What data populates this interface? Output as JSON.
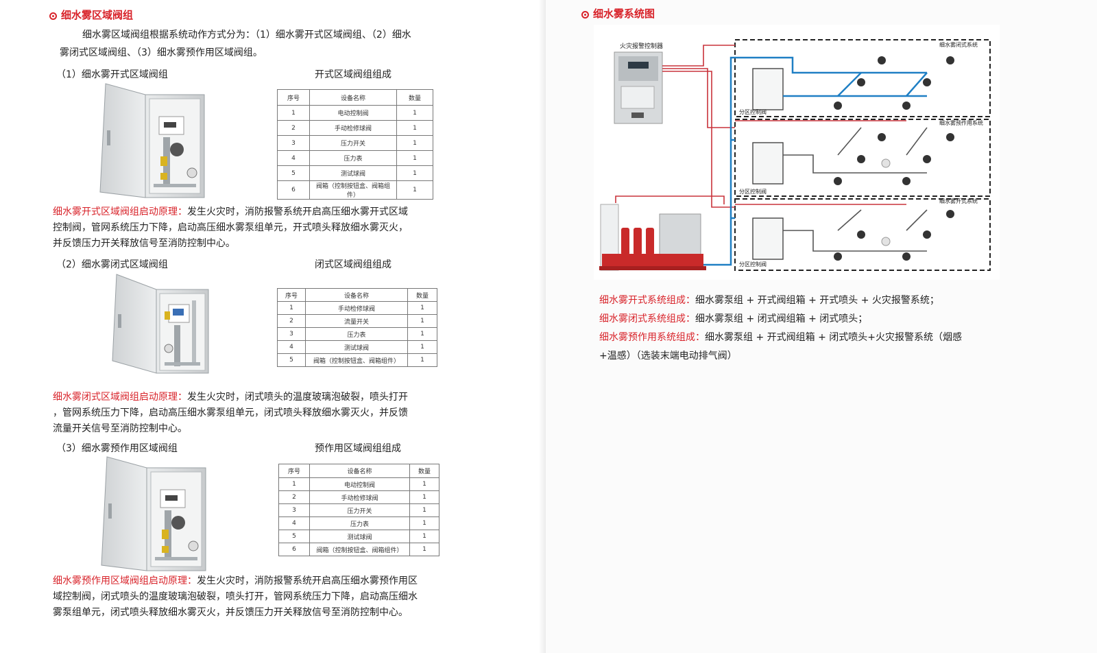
{
  "left": {
    "section_title": "细水雾区域阀组",
    "intro_line1": "细水雾区域阀组根据系统动作方式分为：（1）细水雾开式区域阀组、（2）细水",
    "intro_line2": "雾闭式区域阀组、（3）细水雾预作用区域阀组。",
    "groups": [
      {
        "heading": "（1）细水雾开式区域阀组",
        "table_title": "开式区域阀组组成",
        "columns": [
          "序号",
          "设备名称",
          "数量"
        ],
        "rows": [
          [
            "1",
            "电动控制阀",
            "1"
          ],
          [
            "2",
            "手动检修球阀",
            "1"
          ],
          [
            "3",
            "压力开关",
            "1"
          ],
          [
            "4",
            "压力表",
            "1"
          ],
          [
            "5",
            "测试球阀",
            "1"
          ],
          [
            "6",
            "阀箱（控制按钮盒、阀箱组件）",
            "1"
          ]
        ],
        "principle_label": "细水雾开式区域阀组启动原理：",
        "principle_lines": [
          "发生火灾时，消防报警系统开启高压细水雾开式区域",
          "控制阀，管网系统压力下降，启动高压细水雾泵组单元，开式喷头释放细水雾灭火，",
          "并反馈压力开关释放信号至消防控制中心。"
        ]
      },
      {
        "heading": "（2）细水雾闭式区域阀组",
        "table_title": "闭式区域阀组组成",
        "columns": [
          "序号",
          "设备名称",
          "数量"
        ],
        "rows": [
          [
            "1",
            "手动检修球阀",
            "1"
          ],
          [
            "2",
            "流量开关",
            "1"
          ],
          [
            "3",
            "压力表",
            "1"
          ],
          [
            "4",
            "测试球阀",
            "1"
          ],
          [
            "5",
            "阀箱（控制按钮盒、阀箱组件）",
            "1"
          ]
        ],
        "principle_label": "细水雾闭式区域阀组启动原理：",
        "principle_lines": [
          "发生火灾时，闭式喷头的温度玻璃泡破裂，喷头打开",
          "，管网系统压力下降，启动高压细水雾泵组单元，闭式喷头释放细水雾灭火，并反馈",
          "流量开关信号至消防控制中心。"
        ]
      },
      {
        "heading": "（3）细水雾预作用区域阀组",
        "table_title": "预作用区域阀组组成",
        "columns": [
          "序号",
          "设备名称",
          "数量"
        ],
        "rows": [
          [
            "1",
            "电动控制阀",
            "1"
          ],
          [
            "2",
            "手动检修球阀",
            "1"
          ],
          [
            "3",
            "压力开关",
            "1"
          ],
          [
            "4",
            "压力表",
            "1"
          ],
          [
            "5",
            "测试球阀",
            "1"
          ],
          [
            "6",
            "阀箱（控制按钮盒、阀箱组件）",
            "1"
          ]
        ],
        "principle_label": "细水雾预作用区域阀组启动原理：",
        "principle_lines": [
          "发生火灾时，消防报警系统开启高压细水雾预作用区",
          "域控制阀，闭式喷头的温度玻璃泡破裂，喷头打开，管网系统压力下降，启动高压细水",
          "雾泵组单元，闭式喷头释放细水雾灭火，并反馈压力开关释放信号至消防控制中心。"
        ]
      }
    ]
  },
  "right": {
    "section_title": "细水雾系统图",
    "diagram": {
      "controller_label": "火灾报警控制器",
      "zone_valve_label": "分区控制阀",
      "systems": [
        "细水雾闭式系统",
        "细水雾预作用系统",
        "细水雾开式系统"
      ]
    },
    "compositions": [
      {
        "label": "细水雾开式系统组成：",
        "text": "细水雾泵组 + 开式阀组箱 + 开式喷头 + 火灾报警系统；"
      },
      {
        "label": "细水雾闭式系统组成：",
        "text": "细水雾泵组 + 闭式阀组箱 + 闭式喷头；"
      },
      {
        "label": "细水雾预作用系统组成：",
        "text": "细水雾泵组 + 开式阀组箱 + 闭式喷头+火灾报警系统（烟感"
      }
    ],
    "composition_continuation": "+温感）（选装末端电动排气阀）"
  }
}
